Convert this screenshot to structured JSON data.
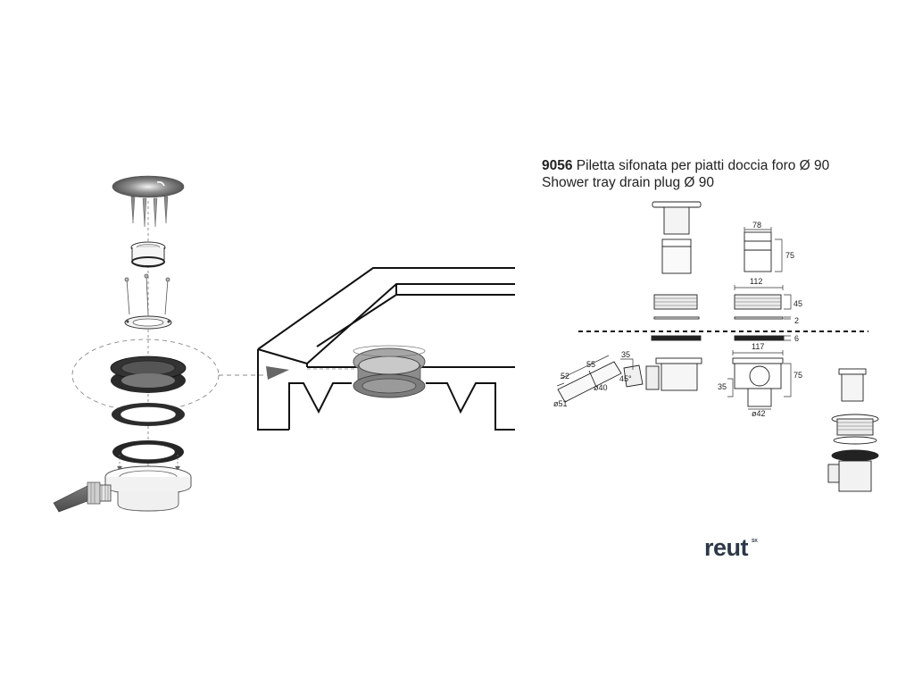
{
  "header": {
    "code": "9056",
    "title_it": "Piletta sifonata per piatti doccia foro Ø 90",
    "title_en": "Shower tray drain plug Ø 90"
  },
  "dimensions": {
    "cap_width": "78",
    "cap_height": "75",
    "body_width": "112",
    "body_height": "45",
    "gap_a": "2",
    "gap_b": "6",
    "trap_width": "117",
    "trap_height": "75",
    "outlet_height": "35",
    "outlet_diameter": "ø42",
    "pipe_a": "52",
    "pipe_b": "55",
    "pipe_c": "35",
    "angle": "45°",
    "pipe_diameter_inner": "ø40",
    "pipe_diameter_outer": "ø51"
  },
  "brand": {
    "name": "reut",
    "suffix": "SK"
  },
  "colors": {
    "outline": "#222222",
    "gasket": "#2a2a2a",
    "metal": "#9a9a9a",
    "brand": "#2d3848"
  }
}
